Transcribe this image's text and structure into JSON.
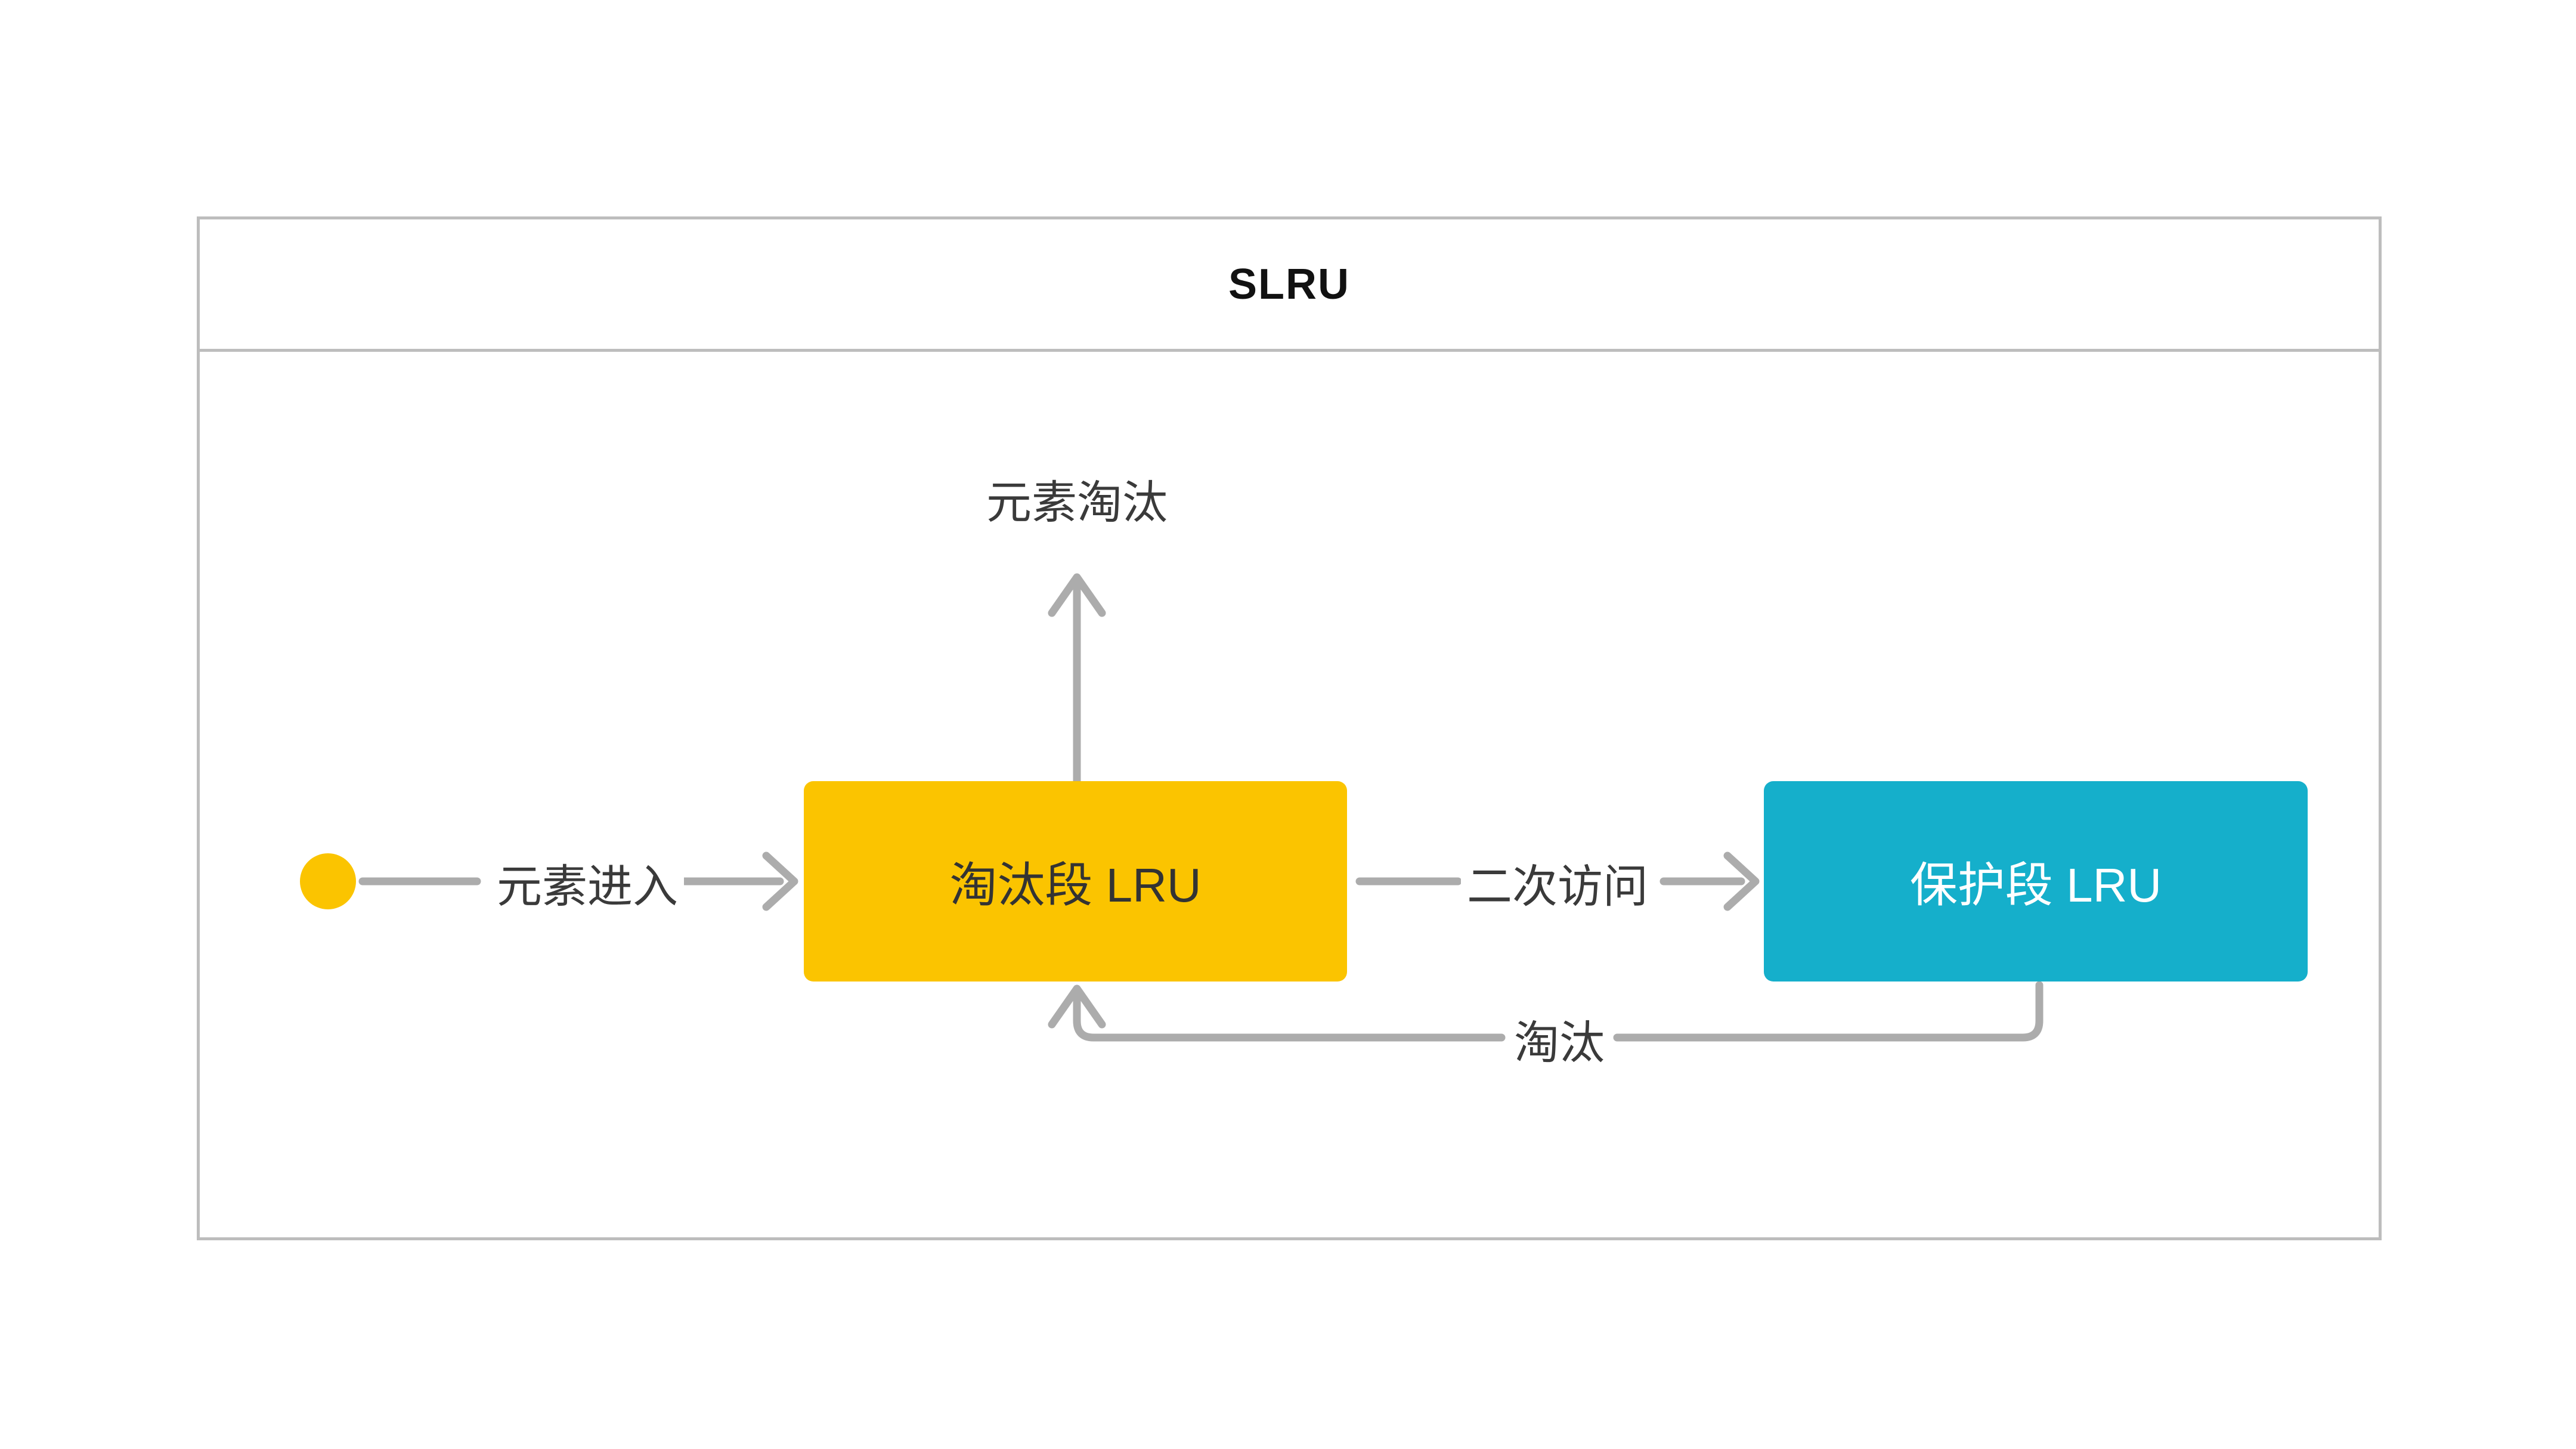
{
  "diagram": {
    "title": "SLRU",
    "nodes": {
      "entry_dot": {
        "name": "entry-point-dot"
      },
      "probation": {
        "label": "淘汰段 LRU"
      },
      "protected": {
        "label": "保护段 LRU"
      }
    },
    "edges": {
      "enter": {
        "label": "元素进入",
        "from": "entry-dot",
        "to": "probation-lru"
      },
      "evict_top": {
        "label": "元素淘汰",
        "from": "probation-lru",
        "to": "out-top"
      },
      "second_access": {
        "label": "二次访问",
        "from": "probation-lru",
        "to": "protected-lru"
      },
      "demote": {
        "label": "淘汰",
        "from": "protected-lru",
        "to": "probation-lru"
      }
    },
    "colors": {
      "yellow": "#FBC400",
      "cyan": "#15AFCB",
      "line_gray": "#ACACAC",
      "border_gray": "#BDBDBD",
      "text_dark": "#3A3A3A",
      "text_title": "#111111",
      "text_on_yellow": "#333333",
      "text_on_cyan": "#FFFFFF"
    }
  }
}
